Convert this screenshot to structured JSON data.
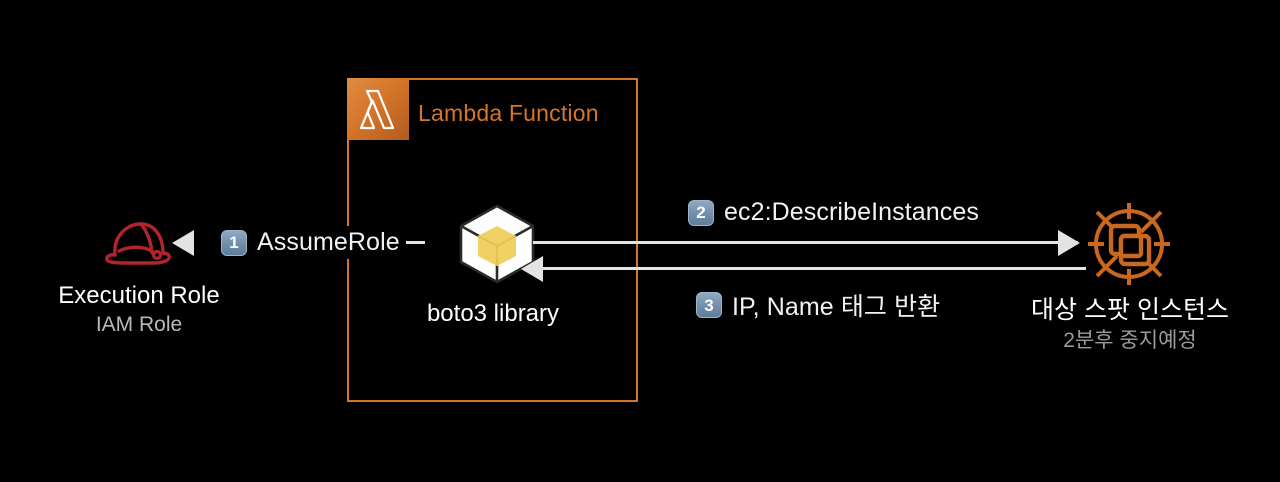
{
  "diagram": {
    "background_color": "#000000",
    "lambda_container": {
      "title": "Lambda Function",
      "title_color": "#d4762a",
      "border_color": "#d4762a",
      "icon_name": "aws-lambda-icon"
    },
    "nodes": [
      {
        "id": "execution-role",
        "icon_name": "iam-role-hardhat-icon",
        "icon_color": "#b3232b",
        "primary_label": "Execution Role",
        "secondary_label": "IAM Role"
      },
      {
        "id": "boto3",
        "icon_name": "boto3-package-cube-icon",
        "icon_color": "#f0d264",
        "primary_label": "boto3 library",
        "secondary_label": ""
      },
      {
        "id": "spot-instance",
        "icon_name": "ec2-spot-instance-target-icon",
        "icon_color": "#c9681f",
        "primary_label": "대상 스팟 인스턴스",
        "secondary_label": "2분후 중지예정"
      }
    ],
    "steps": [
      {
        "number": "1",
        "label": "AssumeRole"
      },
      {
        "number": "2",
        "label": "ec2:DescribeInstances"
      },
      {
        "number": "3",
        "label": "IP, Name 태그 반환"
      }
    ],
    "badge_color": "#7491ad",
    "line_color": "#e3e3e3"
  }
}
